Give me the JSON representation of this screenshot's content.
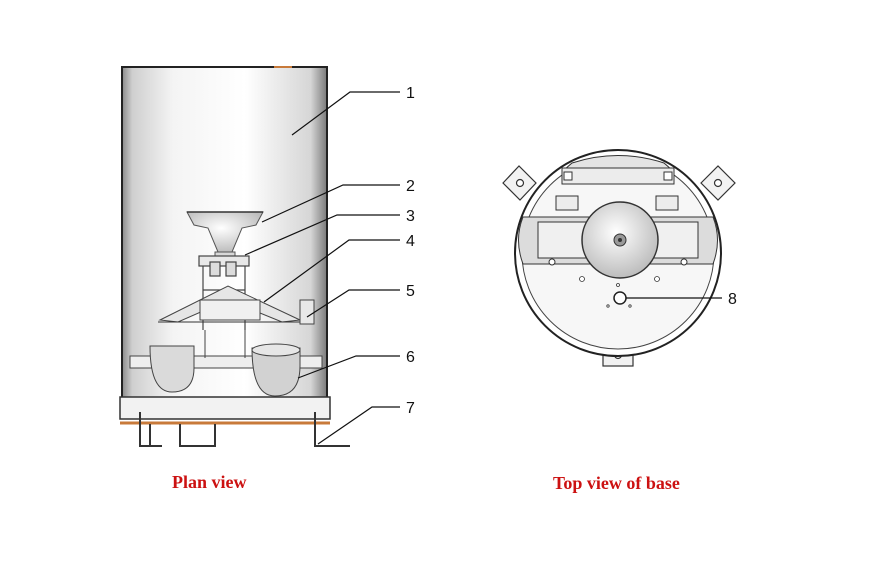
{
  "captions": {
    "plan_view": "Plan view",
    "top_view": "Top view of base"
  },
  "callouts": [
    "1",
    "2",
    "3",
    "4",
    "5",
    "6",
    "7",
    "8"
  ],
  "colors": {
    "caption": "#cc1111",
    "line": "#222222",
    "rim_accent": "#c87a3a"
  }
}
